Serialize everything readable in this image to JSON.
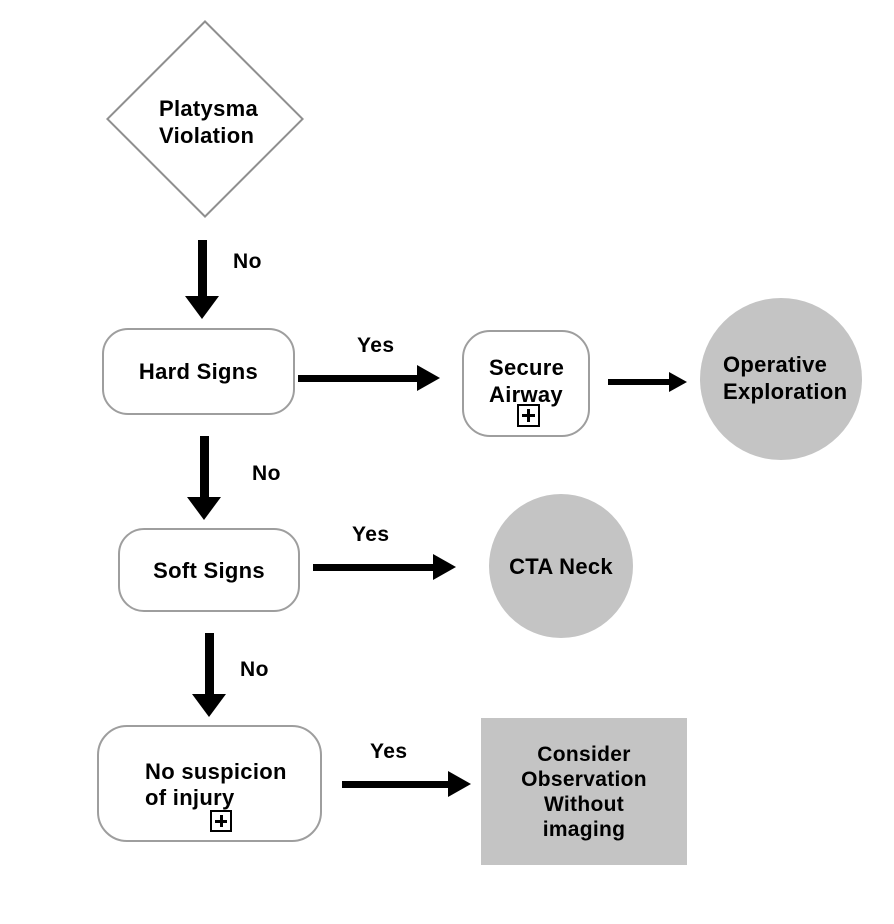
{
  "diagram_type": "clinical-decision-flowchart",
  "nodes": {
    "platysma_violation": {
      "shape": "diamond",
      "lines": [
        "Platysma",
        "Violation"
      ]
    },
    "hard_signs": {
      "shape": "rounded-rect",
      "label": "Hard Signs"
    },
    "secure_airway": {
      "shape": "rounded-rect",
      "lines": [
        "Secure",
        "Airway"
      ],
      "marker": "plus-box"
    },
    "operative_exploration": {
      "shape": "circle",
      "lines": [
        "Operative",
        "Exploration"
      ]
    },
    "soft_signs": {
      "shape": "rounded-rect",
      "label": "Soft Signs"
    },
    "cta_neck": {
      "shape": "circle",
      "label": "CTA Neck"
    },
    "no_suspicion_of_injury": {
      "shape": "rounded-rect",
      "lines": [
        "No suspicion",
        "of injury"
      ],
      "marker": "plus-box"
    },
    "consider_observation": {
      "shape": "rect",
      "lines": [
        "Consider",
        "Observation",
        "Without",
        "imaging"
      ]
    }
  },
  "edges": [
    {
      "from": "platysma_violation",
      "to": "hard_signs",
      "label": "No"
    },
    {
      "from": "hard_signs",
      "to": "secure_airway",
      "label": "Yes"
    },
    {
      "from": "secure_airway",
      "to": "operative_exploration",
      "label": ""
    },
    {
      "from": "hard_signs",
      "to": "soft_signs",
      "label": "No"
    },
    {
      "from": "soft_signs",
      "to": "cta_neck",
      "label": "Yes"
    },
    {
      "from": "soft_signs",
      "to": "no_suspicion_of_injury",
      "label": "No"
    },
    {
      "from": "no_suspicion_of_injury",
      "to": "consider_observation",
      "label": "Yes"
    }
  ],
  "icons": {
    "plus_box_marker": "boxed-plus"
  },
  "colors": {
    "background": "#ffffff",
    "node_fill": "#ffffff",
    "node_border_gray": "#9e9e9e",
    "diamond_border_gray": "#8f8f8f",
    "terminal_fill_gray": "#c4c4c4",
    "arrow_black": "#000000",
    "text_black": "#000000"
  }
}
